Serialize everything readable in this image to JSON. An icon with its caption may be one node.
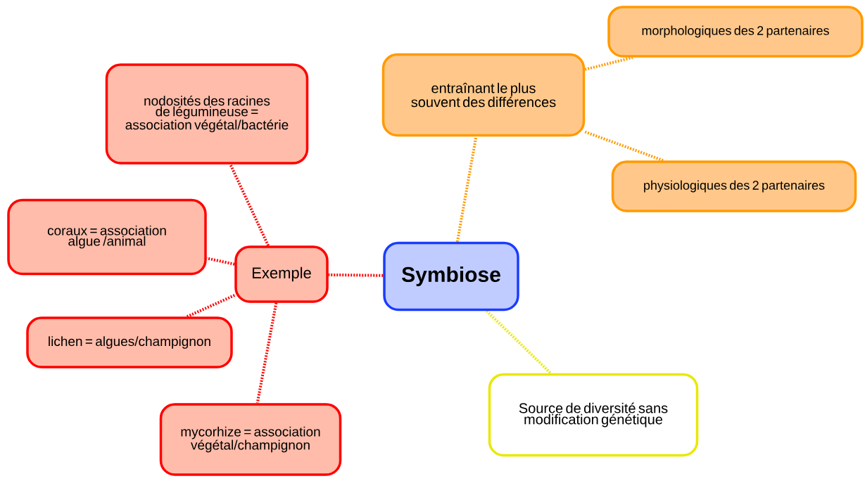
{
  "diagram": {
    "nodes": [
      {
        "text": [
          "Symbiose"
        ]
      },
      {
        "text": [
          "entraînant le plus souvent des différences"
        ]
      },
      {
        "text": [
          "morphologiques des 2 partenaires"
        ]
      },
      {
        "text": [
          "physiologiques des 2 partenaires"
        ]
      },
      {
        "text": [
          "Source de diversité sans modification génétique"
        ]
      },
      {
        "text": [
          "Exemple"
        ]
      },
      {
        "text": [
          "nodosités des racines de légumineuse = association végétal/bactérie"
        ]
      },
      {
        "text": [
          "coraux = association algue /animal"
        ]
      },
      {
        "text": [
          "lichen = algues/champignon"
        ]
      },
      {
        "text": [
          "mycorhize = association végétal/champignon"
        ]
      }
    ],
    "edges": [
      {
        "from": 0,
        "to": 1,
        "arrow": "none",
        "color": "#ff9a00"
      },
      {
        "from": 1,
        "to": 2,
        "arrow": "none",
        "color": "#ff9a00"
      },
      {
        "from": 1,
        "to": 3,
        "arrow": "none",
        "color": "#ff9a00"
      },
      {
        "from": 0,
        "to": 4,
        "arrow": "none",
        "color": "#e8e800"
      },
      {
        "from": 0,
        "to": 5,
        "arrow": "none"
      },
      {
        "from": 5,
        "to": 6,
        "arrow": "none"
      },
      {
        "from": 5,
        "to": 7,
        "arrow": "none"
      },
      {
        "from": 5,
        "to": 8,
        "arrow": "none"
      },
      {
        "from": 5,
        "to": 9,
        "arrow": "none"
      }
    ]
  }
}
